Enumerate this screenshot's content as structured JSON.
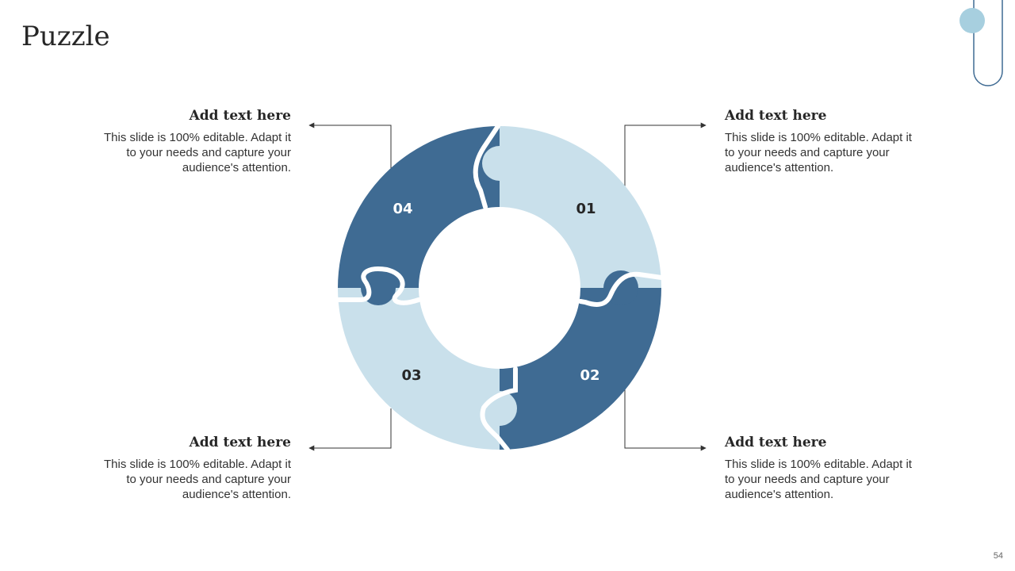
{
  "slide": {
    "title": "Puzzle",
    "page_number": "54"
  },
  "colors": {
    "dark_piece": "#3f6b93",
    "light_piece": "#c9e0eb",
    "accent_circle": "#a7cfdf",
    "accent_outline": "#3f6b93",
    "connector": "#333333"
  },
  "pieces": [
    {
      "id": "01",
      "label": "01",
      "tone": "light"
    },
    {
      "id": "02",
      "label": "02",
      "tone": "dark"
    },
    {
      "id": "03",
      "label": "03",
      "tone": "light"
    },
    {
      "id": "04",
      "label": "04",
      "tone": "dark"
    }
  ],
  "callouts": {
    "top_left": {
      "heading": "Add text here",
      "body": "This slide is 100% editable. Adapt it to your needs and capture your audience's attention."
    },
    "top_right": {
      "heading": "Add text here",
      "body": "This slide is 100% editable. Adapt it to your needs and capture your audience's attention."
    },
    "bottom_left": {
      "heading": "Add text here",
      "body": "This slide is 100% editable. Adapt it to your needs and capture your audience's attention."
    },
    "bottom_right": {
      "heading": "Add text here",
      "body": "This slide is 100% editable. Adapt it to your needs and capture your audience's attention."
    }
  }
}
